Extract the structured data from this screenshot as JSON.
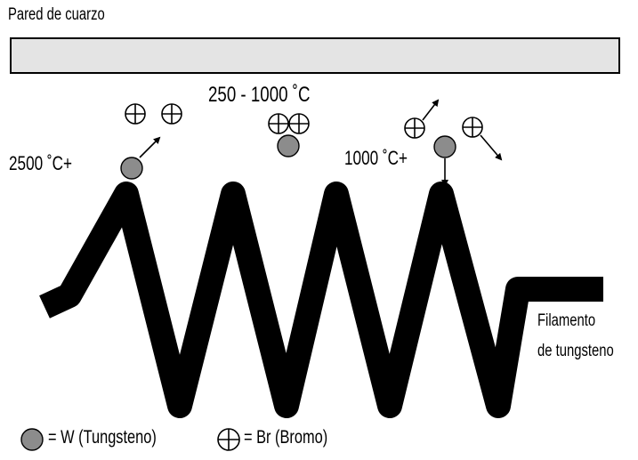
{
  "wall": {
    "label": "Pared de cuarzo",
    "fill": "#e4e4e4"
  },
  "temperatures": {
    "left": "2500 ˚C+",
    "middle": "250 - 1000 ˚C",
    "right": "1000 ˚C+"
  },
  "filament": {
    "label_line1": "Filamento",
    "label_line2": "de tungsteno",
    "color": "#000000"
  },
  "legend": {
    "tungsten": "= W (Tungsteno)",
    "bromine": "= Br (Bromo)"
  },
  "colors": {
    "tungsten_atom": "#8c8c8c",
    "bromine_atom": "#ffffff"
  }
}
